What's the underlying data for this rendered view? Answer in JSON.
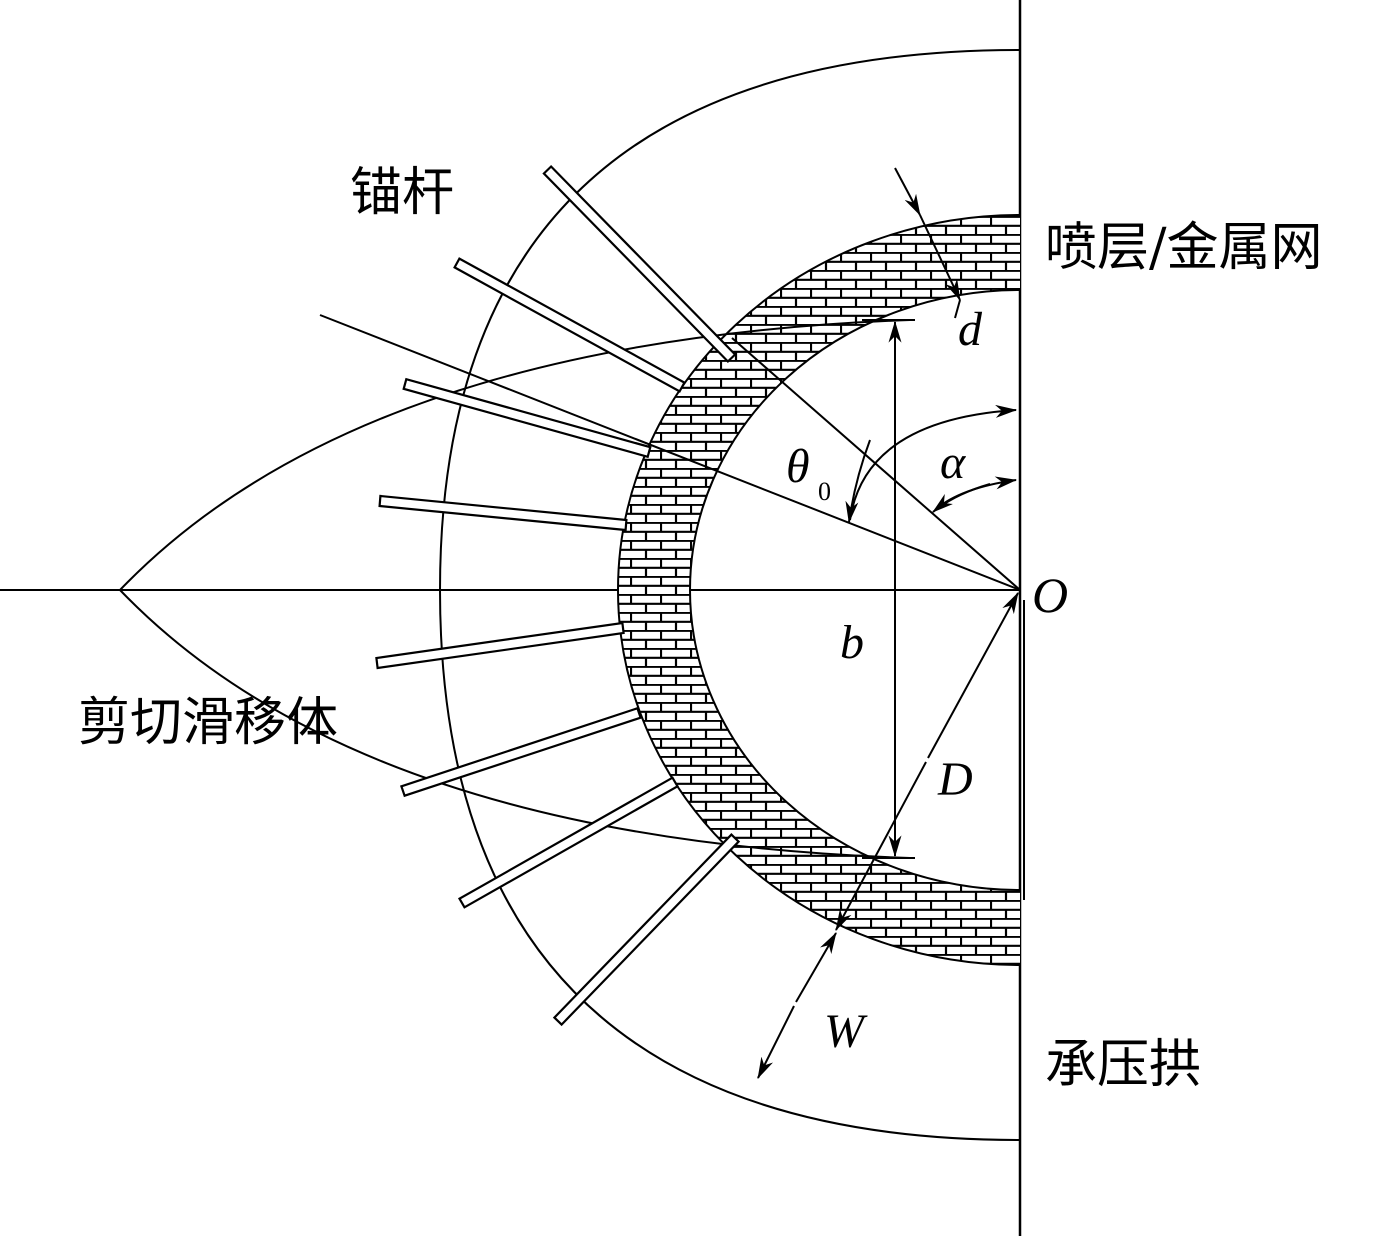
{
  "labels": {
    "anchor": "锚杆",
    "shotcrete_mesh": "喷层/金属网",
    "shear_slip_body": "剪切滑移体",
    "bearing_arch": "承压拱"
  },
  "symbols": {
    "d": "d",
    "theta": "θ",
    "theta_sub": "0",
    "alpha": "α",
    "origin": "O",
    "b": "b",
    "D": "D",
    "W": "W"
  },
  "colors": {
    "stroke": "#000000",
    "background": "#ffffff"
  }
}
